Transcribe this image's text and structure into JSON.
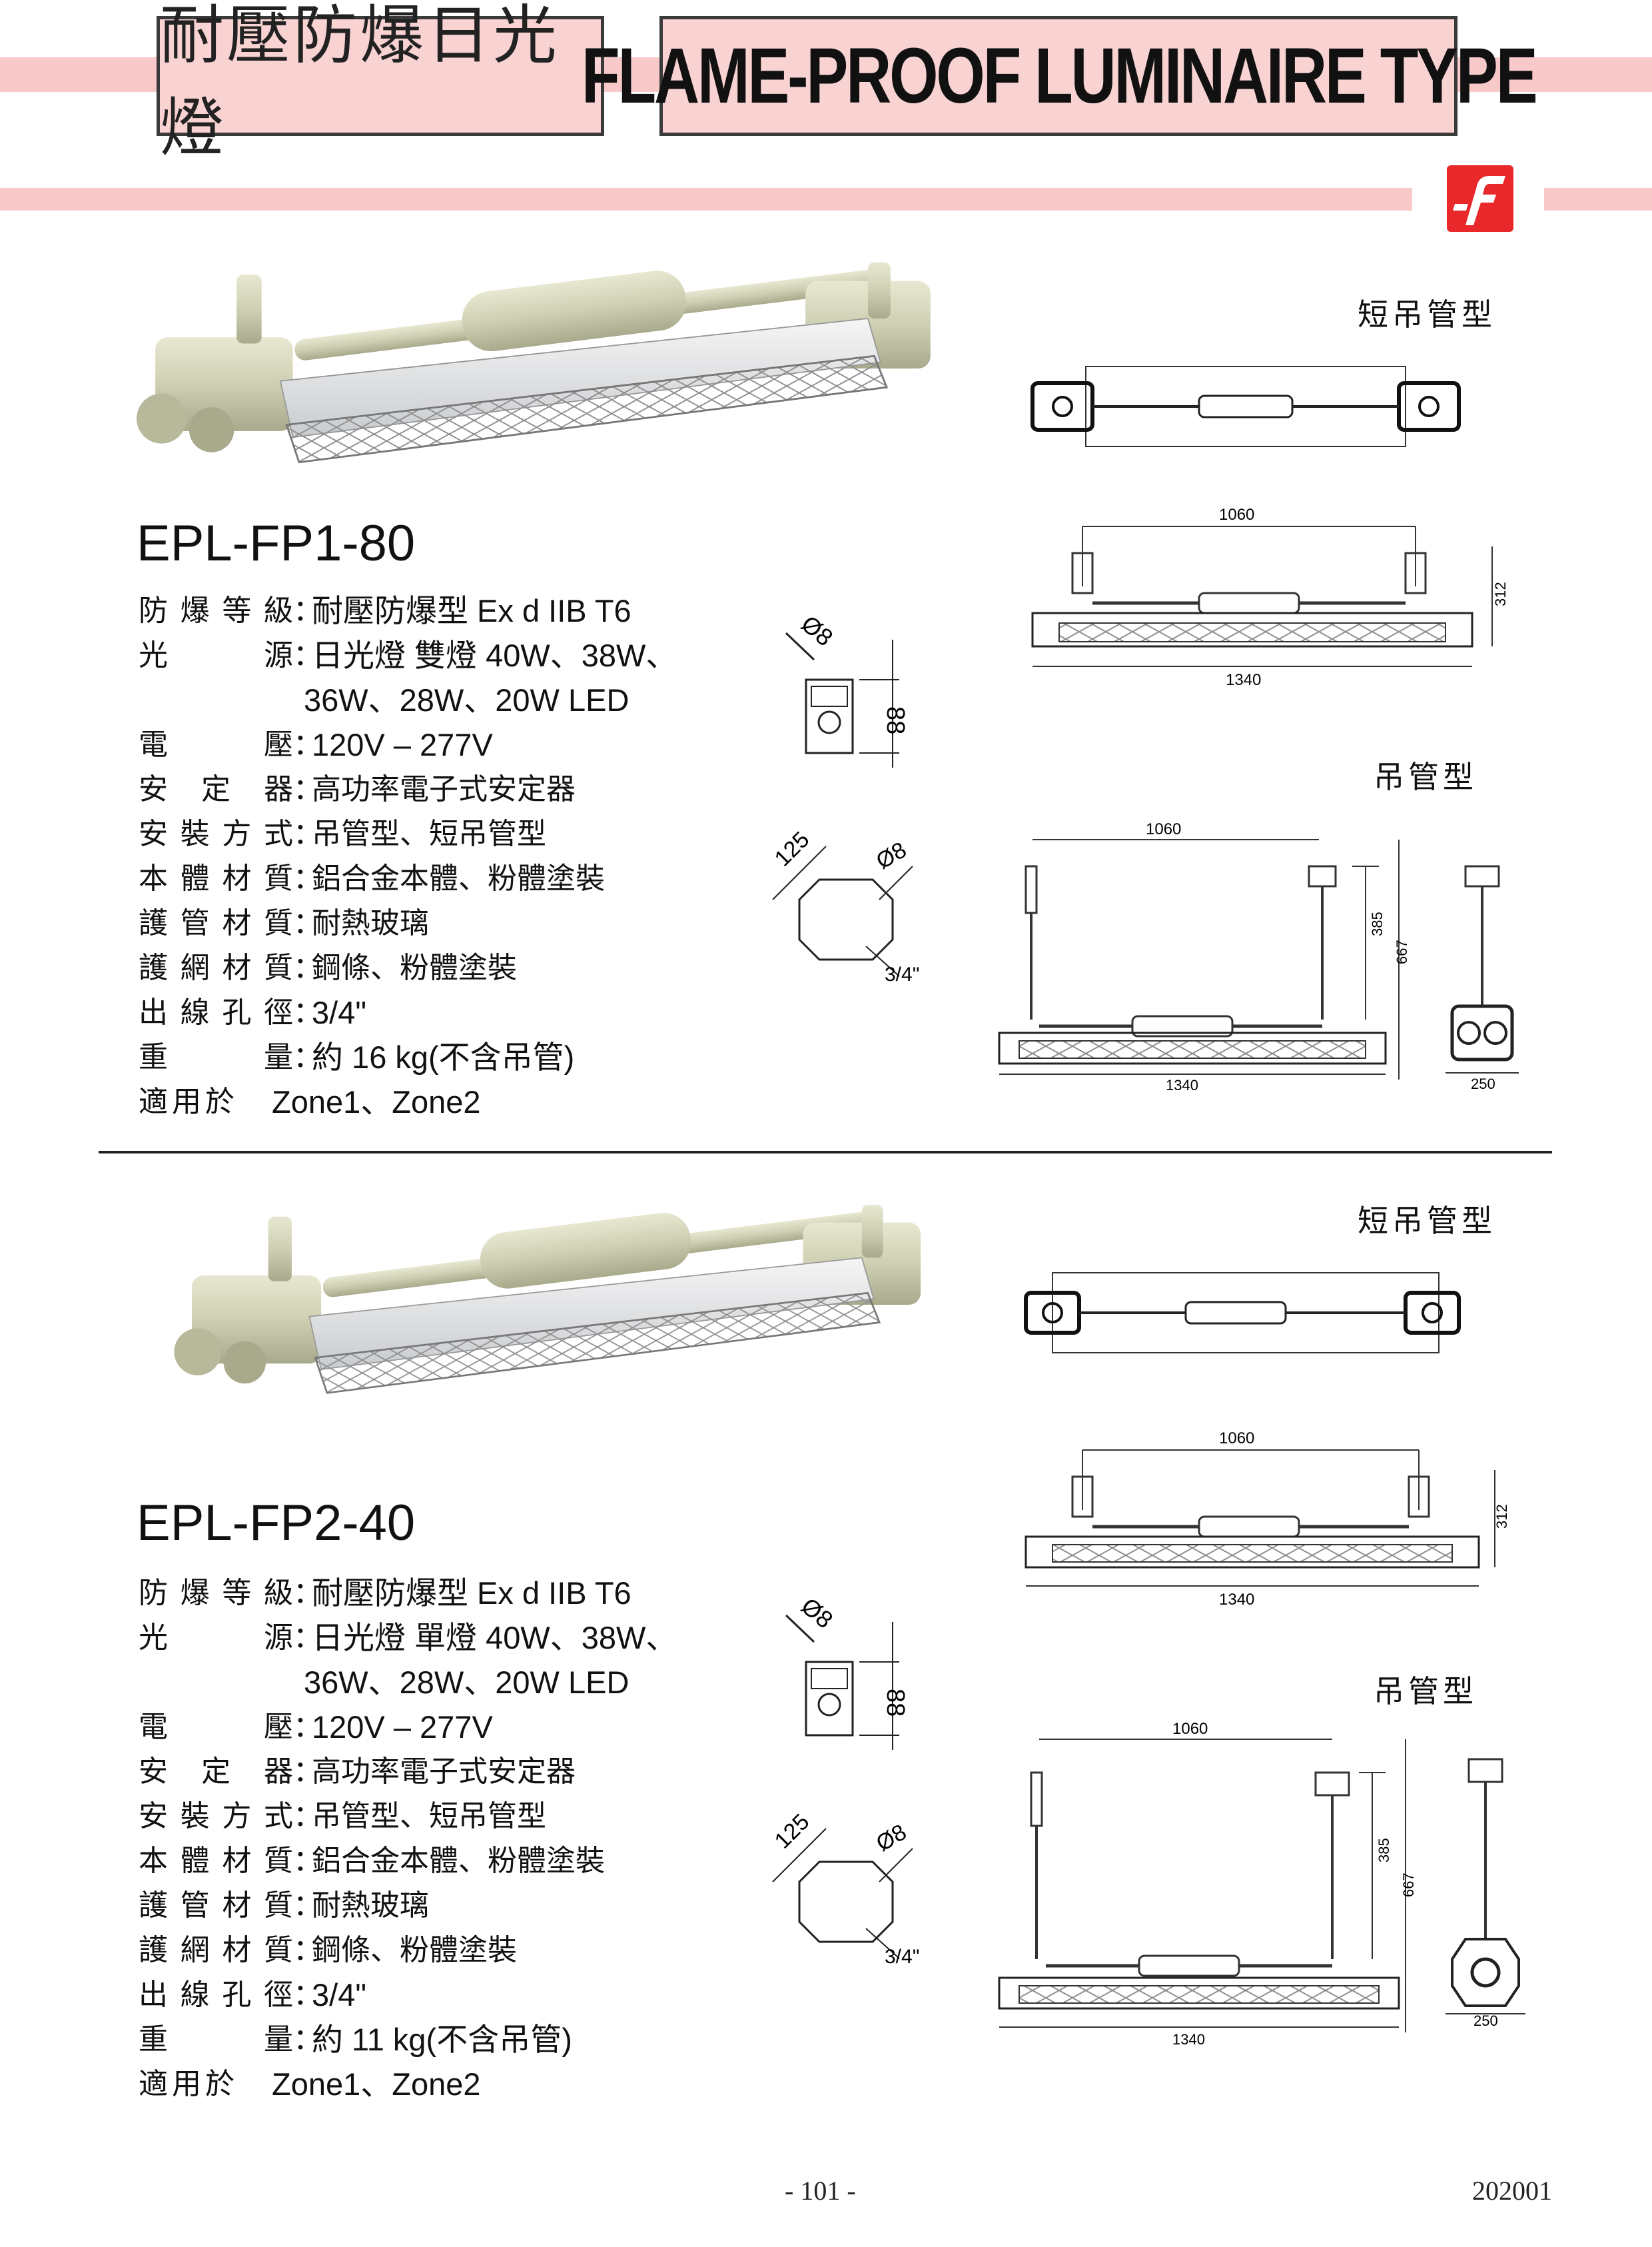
{
  "header": {
    "title_cn": "耐壓防爆日光燈",
    "title_en": "FLAME-PROOF LUMINAIRE TYPE"
  },
  "colors": {
    "band": "#f7c9c9",
    "title_bg": "#f9d2d2",
    "logo_red": "#e8282a"
  },
  "products": [
    {
      "model": "EPL-FP1-80",
      "specs": [
        {
          "label": "防爆等級",
          "value": "耐壓防爆型  Ex d IIB T6"
        },
        {
          "label": "光源",
          "value": "日光燈   雙燈 40W、38W、",
          "cont": "36W、28W、20W LED"
        },
        {
          "label": "電壓",
          "value": "120V – 277V"
        },
        {
          "label": "安定器",
          "value": "高功率電子式安定器"
        },
        {
          "label": "安裝方式",
          "value": "吊管型、短吊管型"
        },
        {
          "label": "本體材質",
          "value": "鋁合金本體、粉體塗裝"
        },
        {
          "label": "護管材質",
          "value": "耐熱玻璃"
        },
        {
          "label": "護網材質",
          "value": "鋼條、粉體塗裝"
        },
        {
          "label": "出線孔徑",
          "value": "3/4\""
        },
        {
          "label": "重量",
          "value": "約 16 kg(不含吊管)"
        }
      ],
      "zone_label": "適用於",
      "zone_value": "Zone1、Zone2",
      "caption_short": "短吊管型",
      "caption_pendant": "吊管型",
      "dims": {
        "d8": "Ø8",
        "d88": "88",
        "d125": "125",
        "d34": "3/4\"",
        "w1060": "1060",
        "w1340": "1340",
        "h312": "312",
        "h385": "385",
        "h667": "667",
        "w250": "250"
      }
    },
    {
      "model": "EPL-FP2-40",
      "specs": [
        {
          "label": "防爆等級",
          "value": "耐壓防爆型  Ex d IIB T6"
        },
        {
          "label": "光源",
          "value": "日光燈   單燈 40W、38W、",
          "cont": "36W、28W、20W LED"
        },
        {
          "label": "電壓",
          "value": "120V – 277V"
        },
        {
          "label": "安定器",
          "value": "高功率電子式安定器"
        },
        {
          "label": "安裝方式",
          "value": "吊管型、短吊管型"
        },
        {
          "label": "本體材質",
          "value": "鋁合金本體、粉體塗裝"
        },
        {
          "label": "護管材質",
          "value": "耐熱玻璃"
        },
        {
          "label": "護網材質",
          "value": "鋼條、粉體塗裝"
        },
        {
          "label": "出線孔徑",
          "value": "3/4\""
        },
        {
          "label": "重量",
          "value": "約 11 kg(不含吊管)"
        }
      ],
      "zone_label": "適用於",
      "zone_value": "Zone1、Zone2",
      "caption_short": "短吊管型",
      "caption_pendant": "吊管型",
      "dims": {
        "d8": "Ø8",
        "d88": "88",
        "d125": "125",
        "d34": "3/4\"",
        "w1060": "1060",
        "w1340": "1340",
        "h312": "312",
        "h385": "385",
        "h667": "667",
        "w250": "250"
      }
    }
  ],
  "footer": {
    "page": "- 101 -",
    "code": "202001"
  }
}
